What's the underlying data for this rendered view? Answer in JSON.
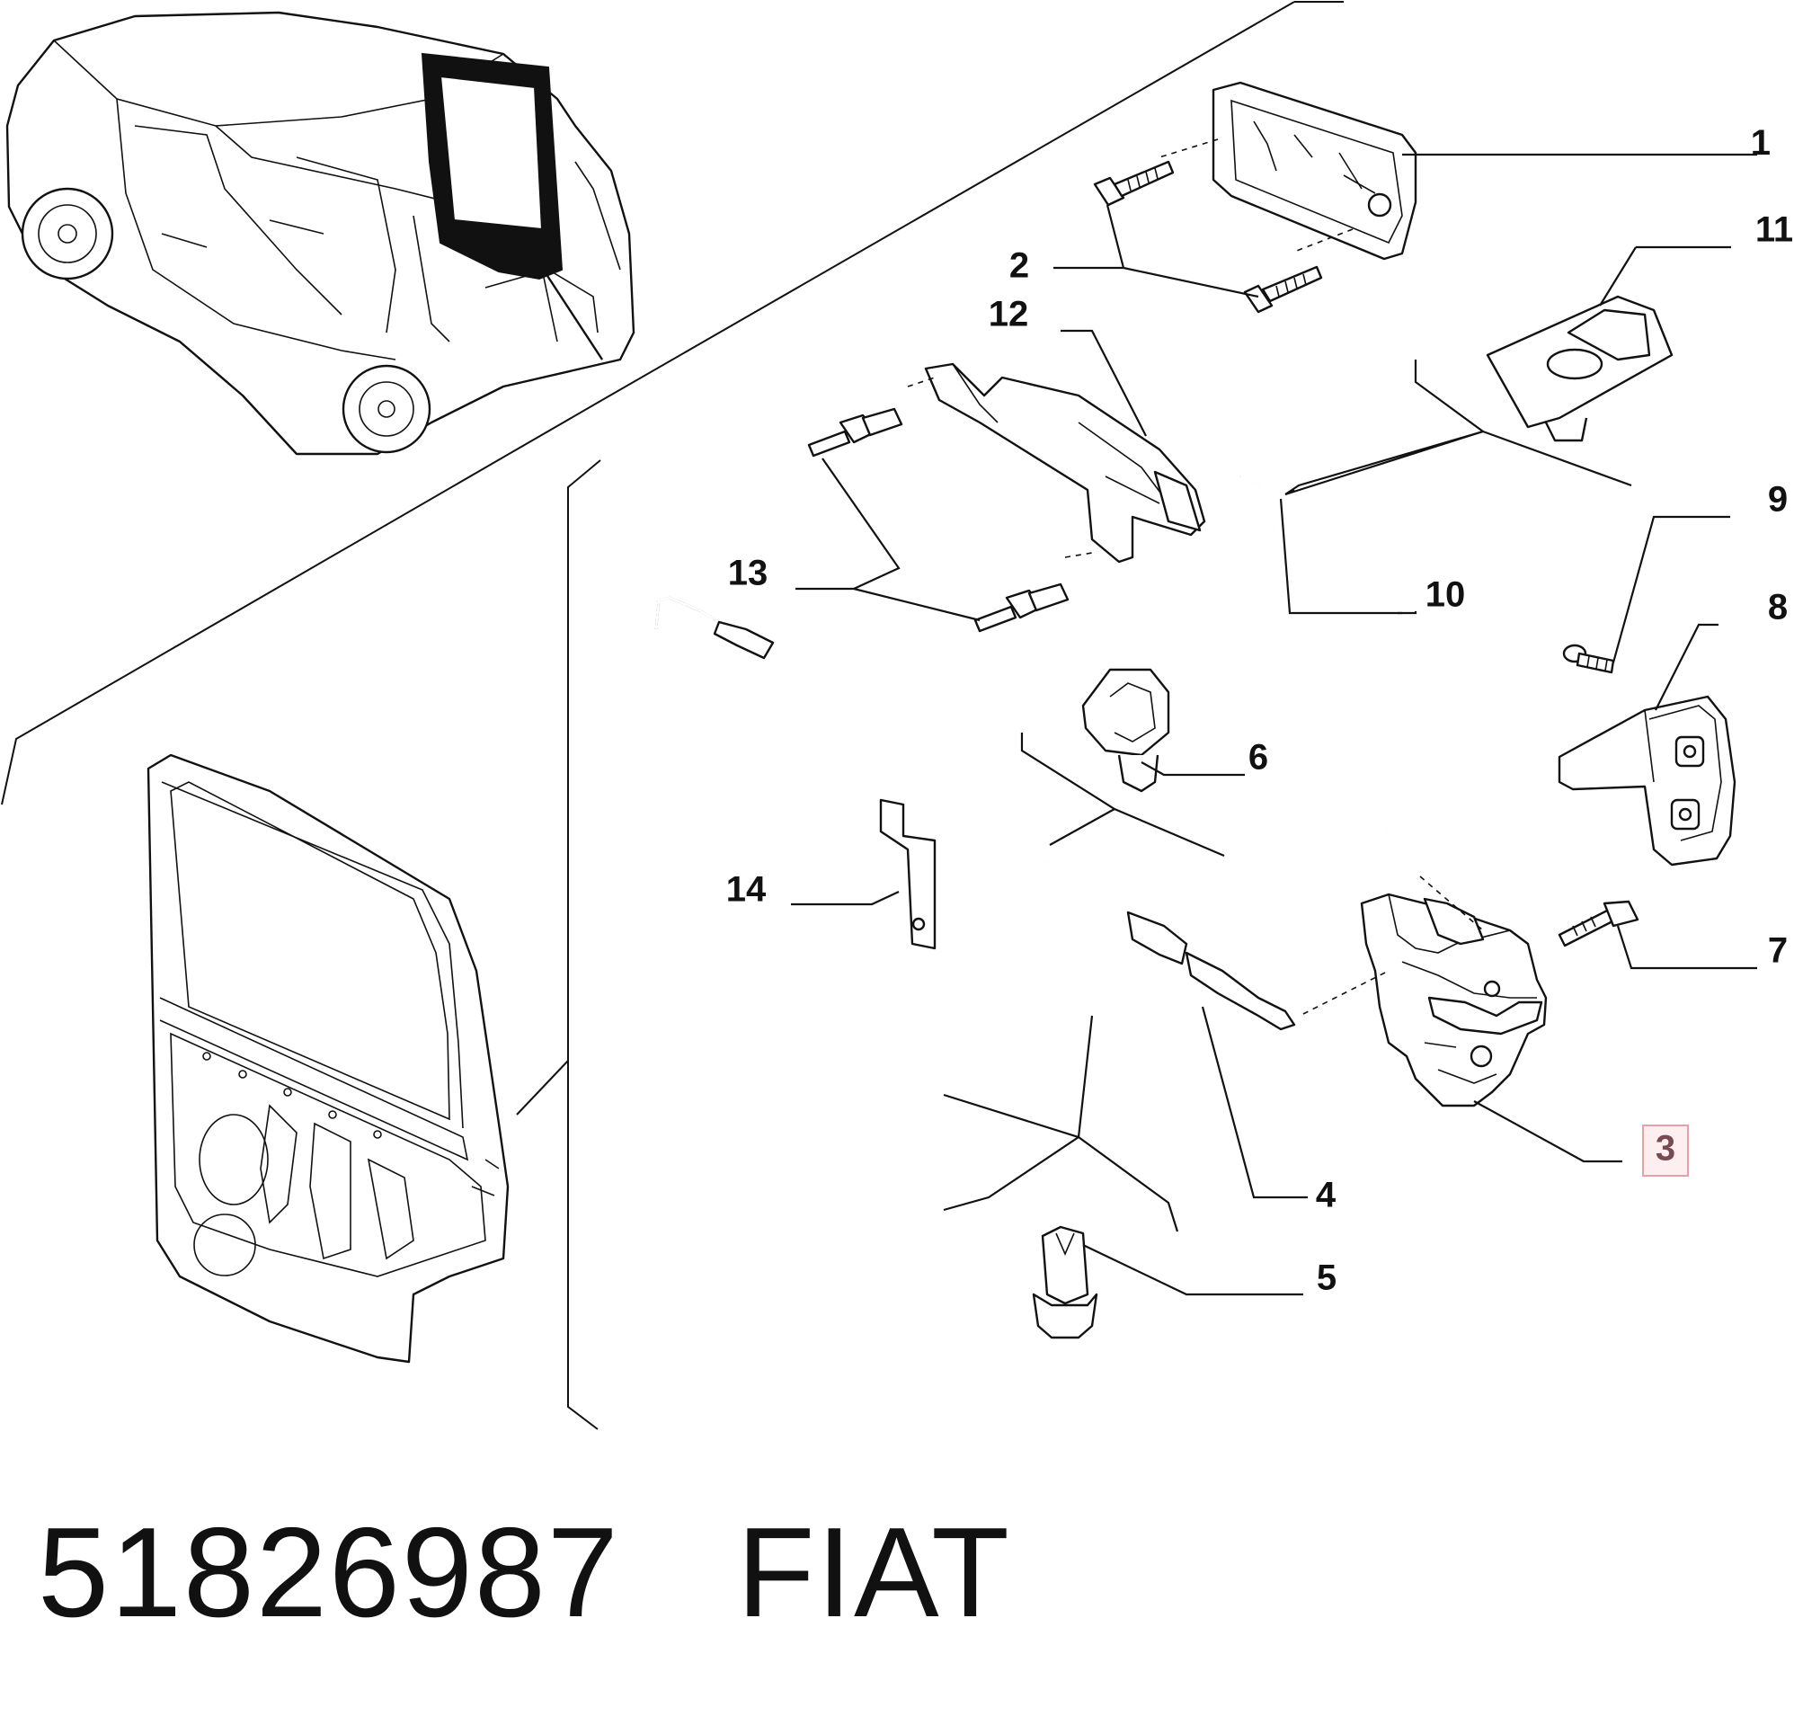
{
  "footer": {
    "part_number": "51826987",
    "brand": "FIAT"
  },
  "callouts": {
    "c1": "1",
    "c2": "2",
    "c3": "3",
    "c4": "4",
    "c5": "5",
    "c6": "6",
    "c7": "7",
    "c8": "8",
    "c9": "9",
    "c10": "10",
    "c11": "11",
    "c12": "12",
    "c13": "13",
    "c14": "14"
  },
  "highlighted_callout": "3",
  "colors": {
    "line": "#111111",
    "highlight_border": "#e8a0a8",
    "highlight_fill": "#fdeff0",
    "highlight_text": "#7a4a52"
  }
}
